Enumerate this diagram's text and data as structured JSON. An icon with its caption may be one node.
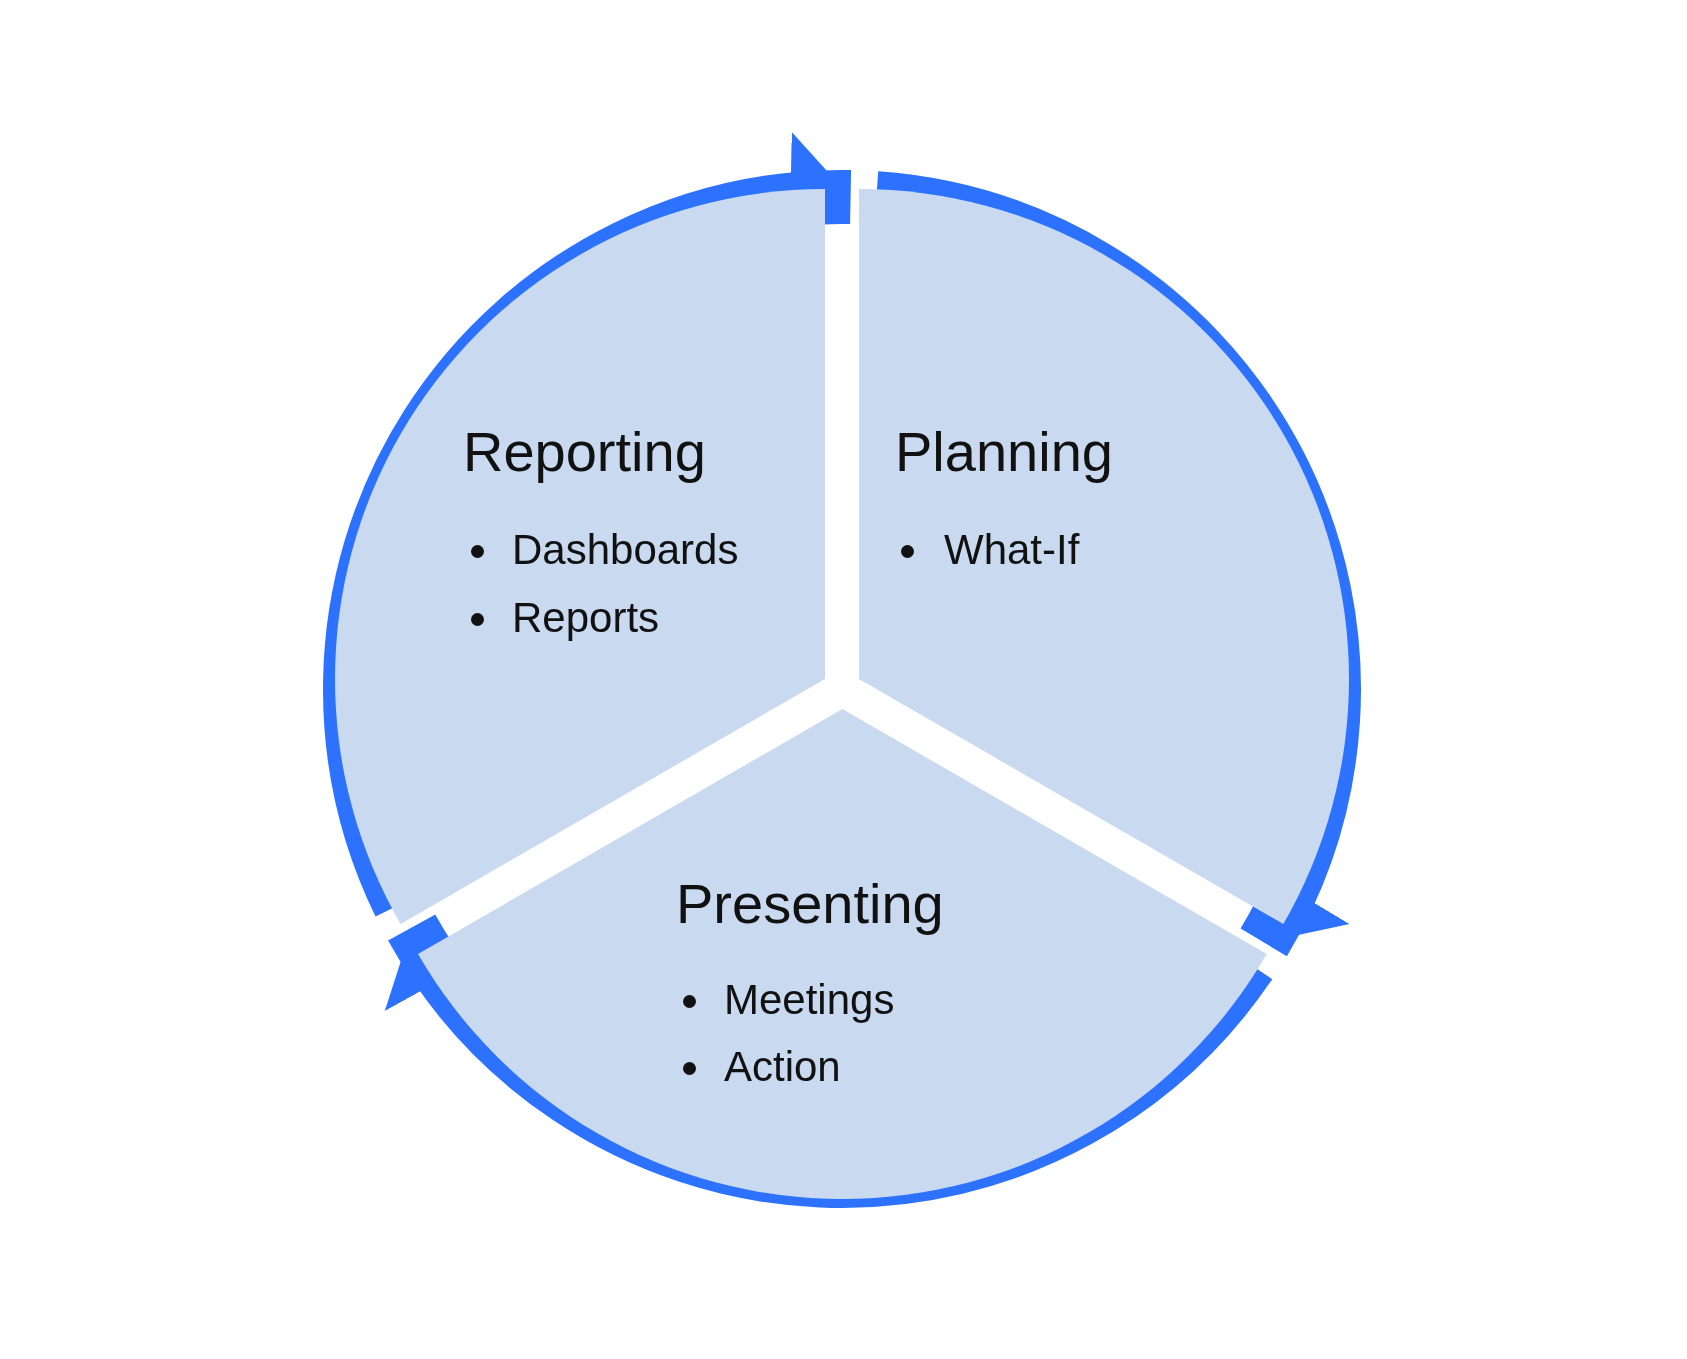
{
  "diagram": {
    "nodes": [
      {
        "text": [
          "Reporting",
          "Dashboards",
          "Reports"
        ]
      },
      {
        "text": [
          "Planning",
          "What-If"
        ]
      },
      {
        "text": [
          "Presenting",
          "Meetings",
          "Action"
        ]
      }
    ],
    "edges": [
      {
        "from": 0,
        "to": 1,
        "arrow": "to"
      },
      {
        "from": 1,
        "to": 2,
        "arrow": "to"
      },
      {
        "from": 2,
        "to": 0,
        "arrow": "to"
      }
    ]
  }
}
